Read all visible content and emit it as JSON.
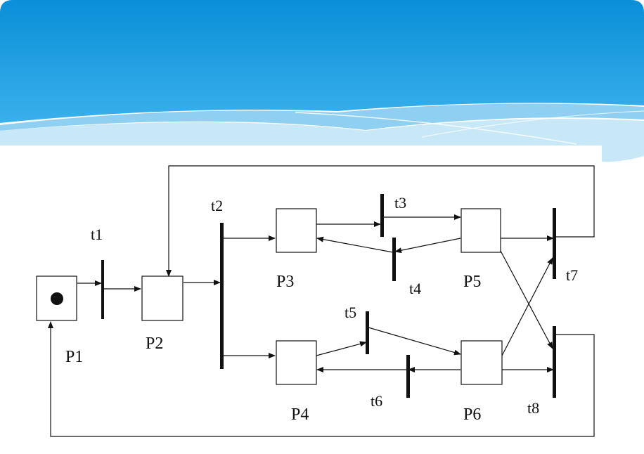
{
  "slide": {
    "header_colors": {
      "top": "#0a8fd8",
      "mid": "#3ab0ec",
      "wave_light": "#c8e8f8",
      "wave_mid": "#8fcff2"
    }
  },
  "diagram": {
    "places": [
      {
        "id": "P1",
        "label": "P1",
        "tokens": 1
      },
      {
        "id": "P2",
        "label": "P2",
        "tokens": 0
      },
      {
        "id": "P3",
        "label": "P3",
        "tokens": 0
      },
      {
        "id": "P4",
        "label": "P4",
        "tokens": 0
      },
      {
        "id": "P5",
        "label": "P5",
        "tokens": 0
      },
      {
        "id": "P6",
        "label": "P6",
        "tokens": 0
      }
    ],
    "transitions": [
      {
        "id": "t1",
        "label": "t1"
      },
      {
        "id": "t2",
        "label": "t2"
      },
      {
        "id": "t3",
        "label": "t3"
      },
      {
        "id": "t4",
        "label": "t4"
      },
      {
        "id": "t5",
        "label": "t5"
      },
      {
        "id": "t6",
        "label": "t6"
      },
      {
        "id": "t7",
        "label": "t7"
      },
      {
        "id": "t8",
        "label": "t8"
      }
    ],
    "arcs": [
      {
        "from": "P1",
        "to": "t1"
      },
      {
        "from": "t1",
        "to": "P2"
      },
      {
        "from": "P2",
        "to": "t2"
      },
      {
        "from": "t2",
        "to": "P3"
      },
      {
        "from": "t2",
        "to": "P4"
      },
      {
        "from": "P3",
        "to": "t3"
      },
      {
        "from": "t3",
        "to": "P5"
      },
      {
        "from": "P5",
        "to": "t4"
      },
      {
        "from": "t4",
        "to": "P3"
      },
      {
        "from": "P4",
        "to": "t5"
      },
      {
        "from": "t5",
        "to": "P6"
      },
      {
        "from": "P6",
        "to": "t6"
      },
      {
        "from": "t6",
        "to": "P4"
      },
      {
        "from": "P5",
        "to": "t7"
      },
      {
        "from": "P6",
        "to": "t7"
      },
      {
        "from": "P5",
        "to": "t8"
      },
      {
        "from": "P6",
        "to": "t8"
      },
      {
        "from": "t7",
        "to": "P2"
      },
      {
        "from": "t8",
        "to": "P1"
      }
    ]
  }
}
